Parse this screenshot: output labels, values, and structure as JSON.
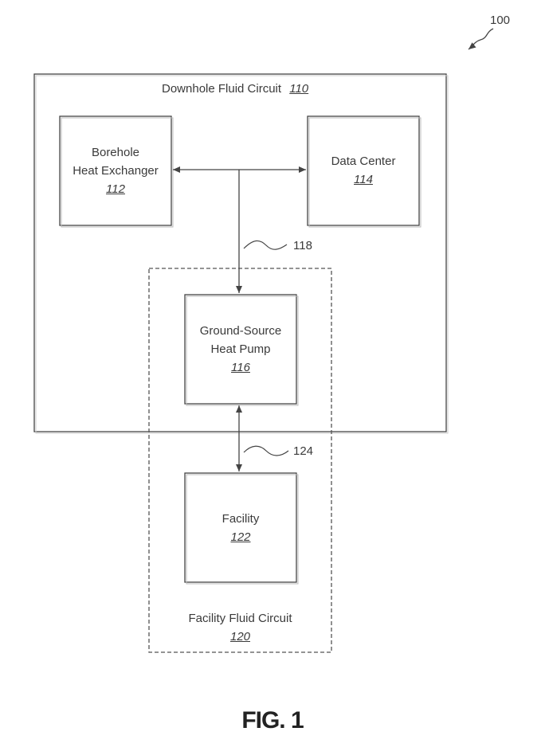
{
  "figure": {
    "ref_number": "100",
    "caption": "FIG. 1"
  },
  "downhole_circuit": {
    "label": "Downhole Fluid Circuit",
    "ref": "110"
  },
  "borehole": {
    "line1": "Borehole",
    "line2": "Heat Exchanger",
    "ref": "112"
  },
  "data_center": {
    "line1": "Data Center",
    "ref": "114"
  },
  "heat_pump": {
    "line1": "Ground-Source",
    "line2": "Heat Pump",
    "ref": "116"
  },
  "link_118": {
    "ref": "118"
  },
  "facility_circuit": {
    "label": "Facility Fluid Circuit",
    "ref": "120"
  },
  "facility": {
    "line1": "Facility",
    "ref": "122"
  },
  "link_124": {
    "ref": "124"
  },
  "colors": {
    "line": "#444444",
    "box_shadow": "#bbbbbb"
  },
  "icons": {
    "arrowheads": "arrow-icon",
    "leader_squiggles": "squiggle-icon"
  }
}
